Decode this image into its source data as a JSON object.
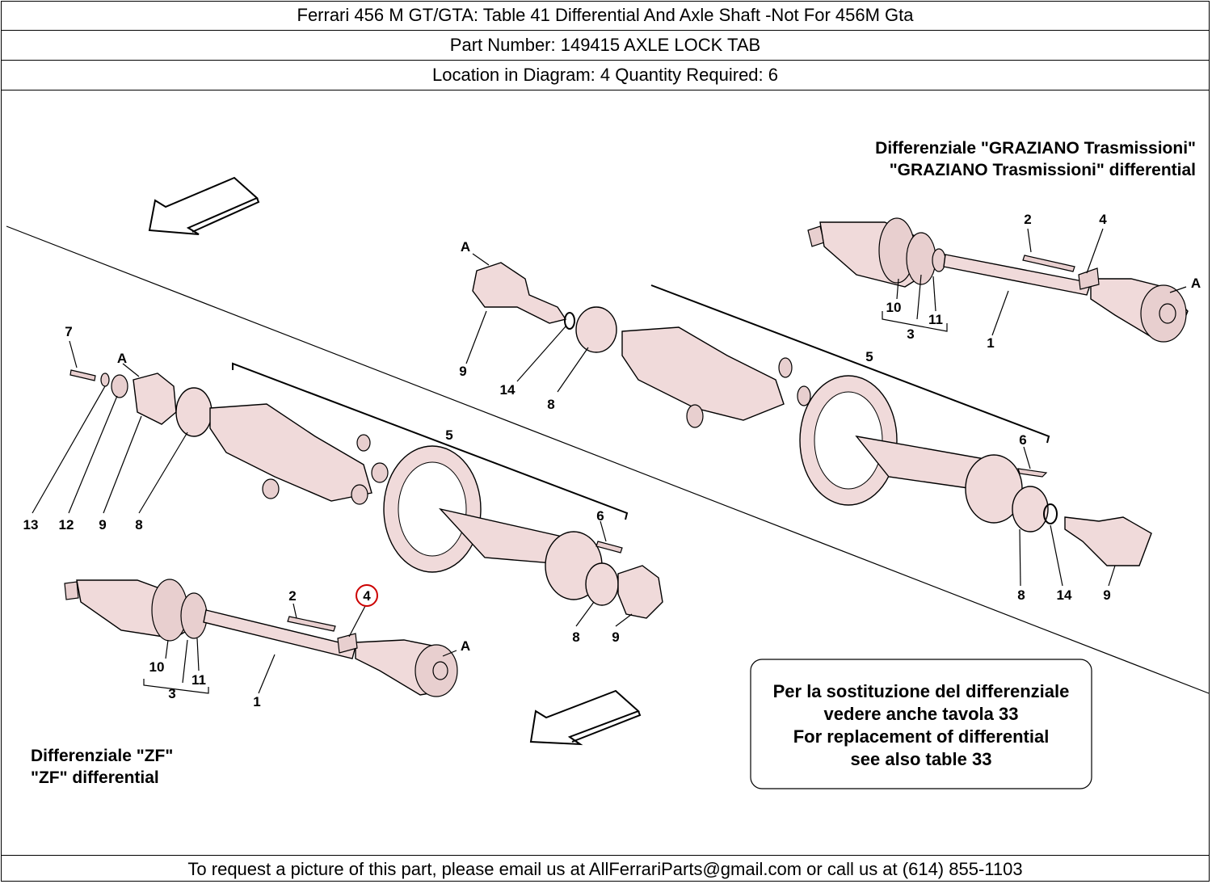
{
  "header": {
    "title": "Ferrari 456 M GT/GTA:   Table 41 Differential And Axle Shaft -Not For 456M Gta",
    "part_number": "Part Number: 149415   AXLE LOCK TAB",
    "location": "Location in Diagram: 4   Quantity Required: 6"
  },
  "diagram": {
    "graziano_caption_it": "Differenziale \"GRAZIANO Trasmissioni\"",
    "graziano_caption_en": "\"GRAZIANO Trasmissioni\" differential",
    "zf_caption_it": "Differenziale \"ZF\"",
    "zf_caption_en": "\"ZF\" differential",
    "note_lines": [
      "Per la sostituzione del differenziale",
      "vedere anche tavola 33",
      "For replacement of differential",
      "see  also table 33"
    ],
    "highlighted_callout": "4",
    "highlight_color": "#cc0000",
    "callouts": {
      "g_2": "2",
      "g_4": "4",
      "g_A": "A",
      "g_10": "10",
      "g_3": "3",
      "g_11": "11",
      "g_1": "1",
      "g_5": "5",
      "g_6": "6",
      "g_8": "8",
      "g_14": "14",
      "g_9": "9",
      "t_A": "A",
      "t_9": "9",
      "t_14": "14",
      "t_8": "8",
      "z_7": "7",
      "z_A": "A",
      "z_13": "13",
      "z_12": "12",
      "z_9": "9",
      "z_8": "8",
      "z_5": "5",
      "z_6": "6",
      "z_8b": "8",
      "z_9b": "9",
      "z_2": "2",
      "z_4": "4",
      "z_A2": "A",
      "z_10": "10",
      "z_11": "11",
      "z_3": "3",
      "z_1": "1"
    }
  },
  "footer": {
    "text": "To request a picture of this part, please email us at AllFerrariParts@gmail.com or call us at (614) 855-1103"
  }
}
